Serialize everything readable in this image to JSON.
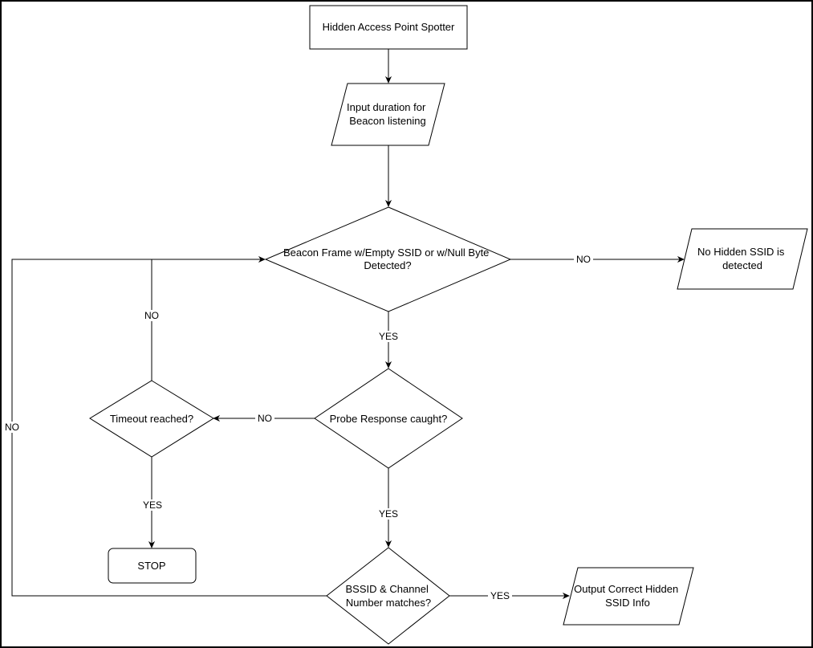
{
  "diagram": {
    "nodes": {
      "start": {
        "label": [
          "Hidden Access Point Spotter"
        ]
      },
      "input": {
        "label": [
          "Input duration for",
          "Beacon listening"
        ]
      },
      "beacon": {
        "label": [
          "Beacon Frame w/Empty SSID or w/Null Byte",
          "Detected?"
        ]
      },
      "no_hidden": {
        "label": [
          "No Hidden SSID is",
          "detected"
        ]
      },
      "probe": {
        "label": [
          "Probe Response caught?"
        ]
      },
      "timeout": {
        "label": [
          "Timeout reached?"
        ]
      },
      "stop": {
        "label": [
          "STOP"
        ]
      },
      "bssid": {
        "label": [
          "BSSID & Channel",
          "Number matches?"
        ]
      },
      "output": {
        "label": [
          "Output Correct Hidden",
          "SSID Info"
        ]
      }
    },
    "edges": {
      "beacon_no": "NO",
      "beacon_yes": "YES",
      "probe_no": "NO",
      "probe_yes": "YES",
      "timeout_no": "NO",
      "timeout_yes": "YES",
      "bssid_no": "NO",
      "bssid_yes": "YES"
    }
  }
}
